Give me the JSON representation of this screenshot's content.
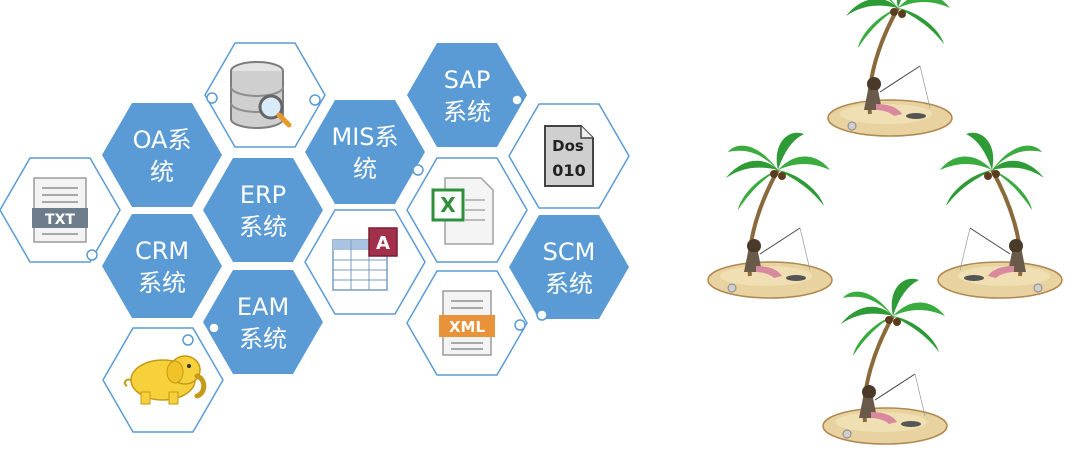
{
  "colors": {
    "system_hex_fill": "#5b9bd5",
    "icon_hex_stroke": "#5b9bd5",
    "text_on_hex": "#ffffff"
  },
  "systems": {
    "oa": {
      "line1": "OA系",
      "line2": "统"
    },
    "erp": {
      "line1": "ERP",
      "line2": "系统"
    },
    "mis": {
      "line1": "MIS系",
      "line2": "统"
    },
    "sap": {
      "line1": "SAP",
      "line2": "系统"
    },
    "crm": {
      "line1": "CRM",
      "line2": "系统"
    },
    "eam": {
      "line1": "EAM",
      "line2": "系统"
    },
    "scm": {
      "line1": "SCM",
      "line2": "系统"
    }
  },
  "icons": {
    "txt": {
      "icon": "txt-file-icon",
      "label": "TXT"
    },
    "database": {
      "icon": "database-search-icon"
    },
    "dos": {
      "icon": "dos-file-icon",
      "label": "Dos",
      "sub": "010"
    },
    "excel": {
      "icon": "excel-file-icon",
      "label": "X"
    },
    "access": {
      "icon": "access-table-icon",
      "label": "A"
    },
    "xml": {
      "icon": "xml-file-icon",
      "label": "XML"
    },
    "hadoop": {
      "icon": "hadoop-elephant-icon"
    }
  },
  "islands": [
    {
      "icon": "island-palm-fisher-icon"
    },
    {
      "icon": "island-palm-fisher-icon"
    },
    {
      "icon": "island-palm-fisher-icon"
    },
    {
      "icon": "island-palm-fisher-icon"
    }
  ]
}
